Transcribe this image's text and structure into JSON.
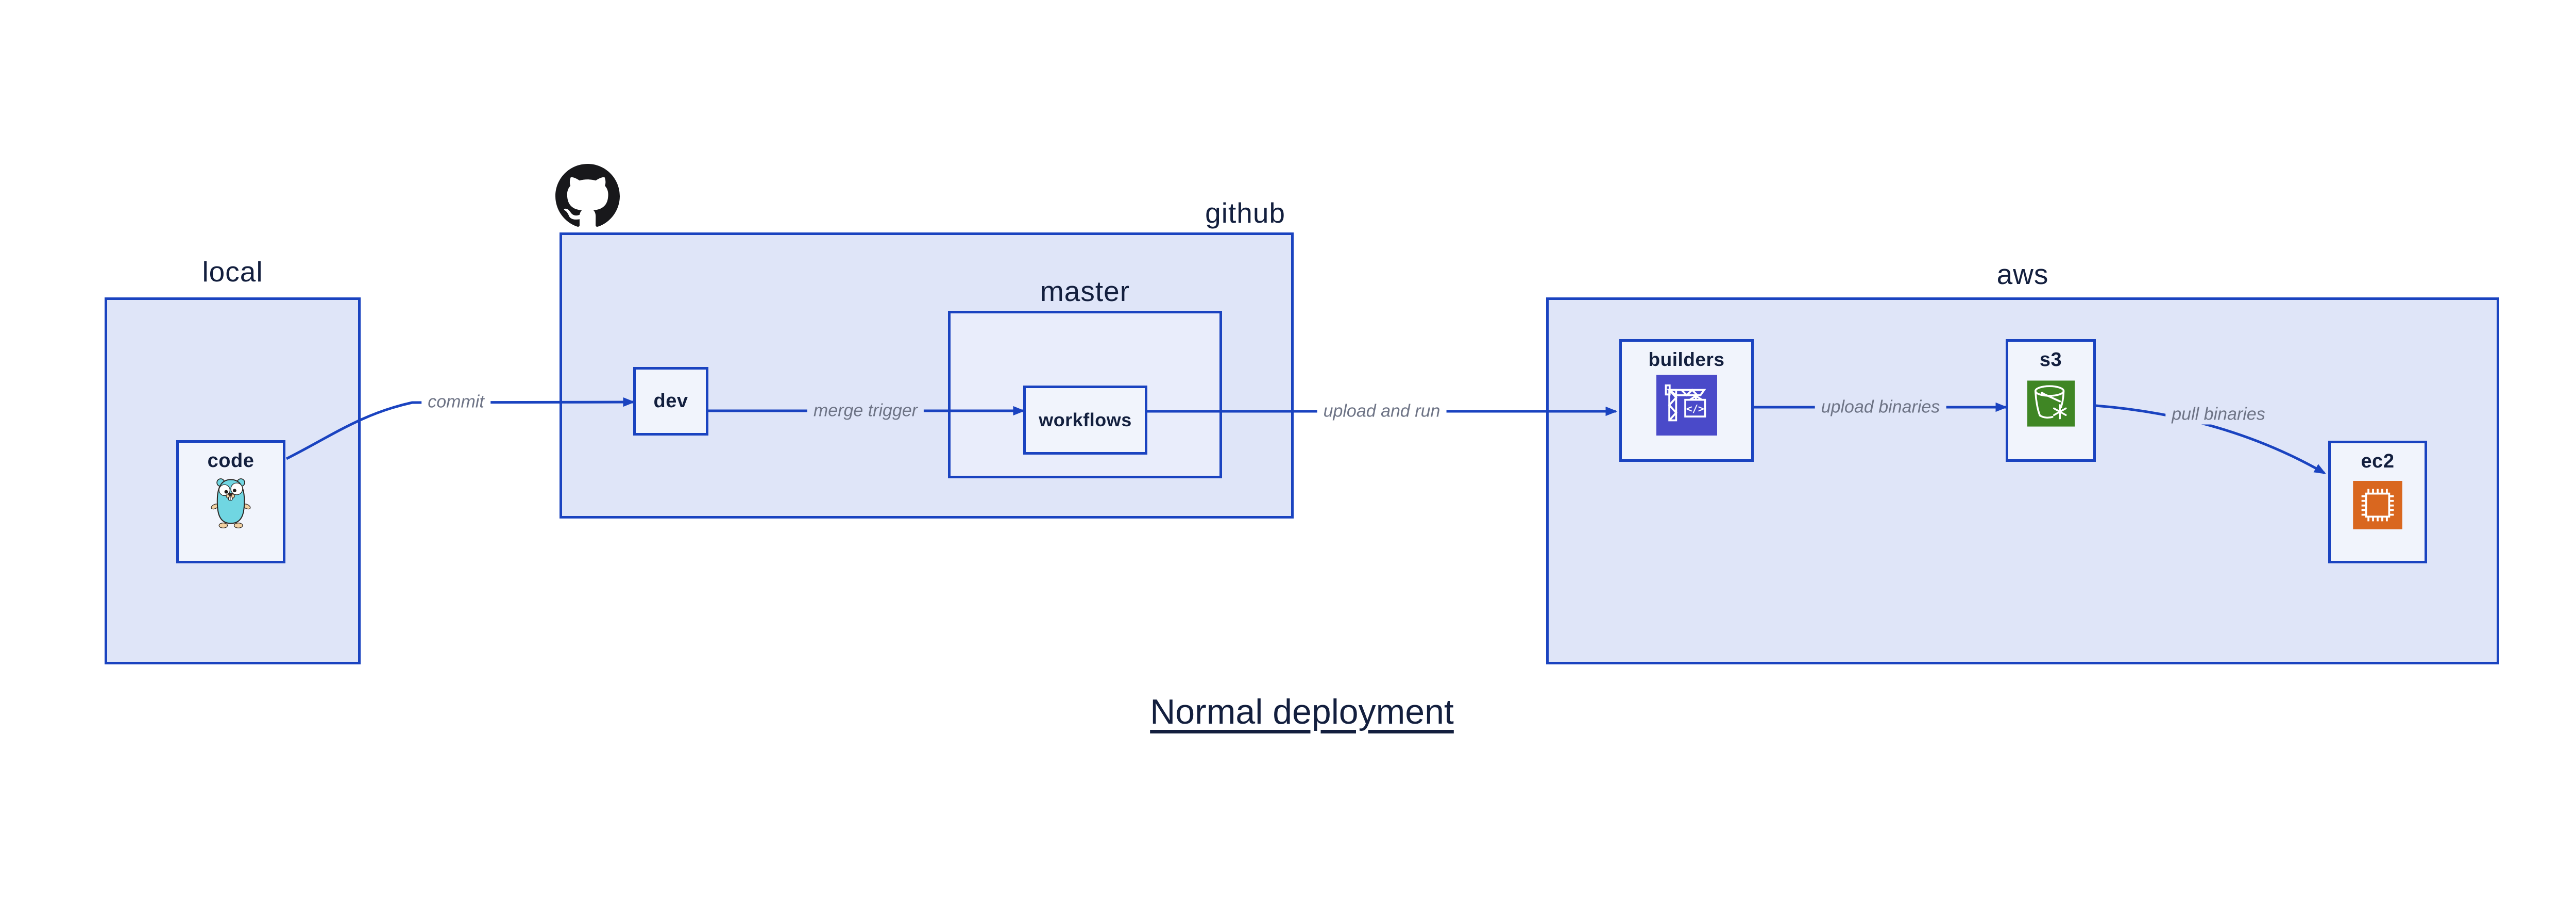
{
  "diagram": {
    "title": "Normal deployment",
    "containers": {
      "local": {
        "label": "local"
      },
      "github": {
        "label": "github"
      },
      "master": {
        "label": "master"
      },
      "aws": {
        "label": "aws"
      }
    },
    "nodes": {
      "code": {
        "label": "code",
        "container": "local",
        "icon": "go-gopher-icon"
      },
      "dev": {
        "label": "dev",
        "container": "github"
      },
      "workflows": {
        "label": "workflows",
        "container": "master"
      },
      "builders": {
        "label": "builders",
        "container": "aws",
        "icon": "codebuild-crane-icon"
      },
      "s3": {
        "label": "s3",
        "container": "aws",
        "icon": "s3-glacier-bucket-icon"
      },
      "ec2": {
        "label": "ec2",
        "container": "aws",
        "icon": "ec2-chip-icon"
      }
    },
    "edges": {
      "commit": {
        "label": "commit",
        "from": "code",
        "to": "dev"
      },
      "merge_trigger": {
        "label": "merge trigger",
        "from": "dev",
        "to": "workflows"
      },
      "upload_and_run": {
        "label": "upload and run",
        "from": "workflows",
        "to": "builders"
      },
      "upload_binaries": {
        "label": "upload binaries",
        "from": "builders",
        "to": "s3"
      },
      "pull_binaries": {
        "label": "pull binaries",
        "from": "s3",
        "to": "ec2"
      }
    },
    "icons": {
      "logo": "github-octocat-icon"
    },
    "colors": {
      "line_blue": "#1a43c0",
      "container_fill": "#dfe5f8",
      "node_fill": "#f1f4fc",
      "text_navy": "#131f3e",
      "edge_label_gray": "#6e7486",
      "codebuild_indigo": "#4a4ac9",
      "s3_green": "#3f8624",
      "ec2_orange": "#d9671f",
      "gopher_teal": "#70d6e2",
      "octocat_black": "#18181b"
    }
  }
}
